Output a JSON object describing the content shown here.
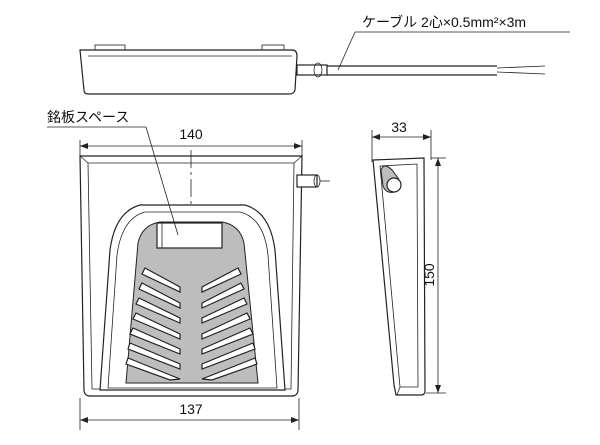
{
  "labels": {
    "cable": "ケーブル 2心×0.5mm²×3m",
    "nameplate": "銘板スペース",
    "dim_width_top": "140",
    "dim_width_bottom": "137",
    "dim_depth": "33",
    "dim_height": "150"
  }
}
